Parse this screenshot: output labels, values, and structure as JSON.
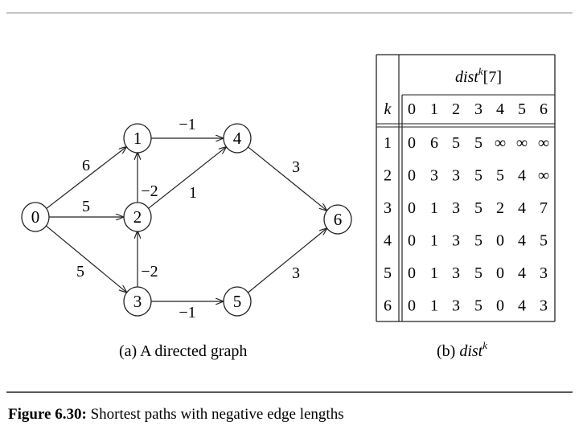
{
  "graph": {
    "nodes": [
      "0",
      "1",
      "2",
      "3",
      "4",
      "5",
      "6"
    ],
    "edges": [
      {
        "from": "0",
        "to": "1",
        "label": "6"
      },
      {
        "from": "0",
        "to": "2",
        "label": "5"
      },
      {
        "from": "0",
        "to": "3",
        "label": "5"
      },
      {
        "from": "1",
        "to": "4",
        "label": "−1"
      },
      {
        "from": "2",
        "to": "1",
        "label": "−2"
      },
      {
        "from": "2",
        "to": "4",
        "label": "1"
      },
      {
        "from": "3",
        "to": "2",
        "label": "−2"
      },
      {
        "from": "3",
        "to": "5",
        "label": "−1"
      },
      {
        "from": "4",
        "to": "6",
        "label": "3"
      },
      {
        "from": "5",
        "to": "6",
        "label": "3"
      }
    ],
    "caption": "(a) A directed graph"
  },
  "table": {
    "title_main": "dist",
    "title_sup": "k",
    "title_suffix": "[7]",
    "k_header": "k",
    "columns": [
      "0",
      "1",
      "2",
      "3",
      "4",
      "5",
      "6"
    ],
    "rows": [
      {
        "k": "1",
        "values": [
          "0",
          "6",
          "5",
          "5",
          "∞",
          "∞",
          "∞"
        ]
      },
      {
        "k": "2",
        "values": [
          "0",
          "3",
          "3",
          "5",
          "5",
          "4",
          "∞"
        ]
      },
      {
        "k": "3",
        "values": [
          "0",
          "1",
          "3",
          "5",
          "2",
          "4",
          "7"
        ]
      },
      {
        "k": "4",
        "values": [
          "0",
          "1",
          "3",
          "5",
          "0",
          "4",
          "5"
        ]
      },
      {
        "k": "5",
        "values": [
          "0",
          "1",
          "3",
          "5",
          "0",
          "4",
          "3"
        ]
      },
      {
        "k": "6",
        "values": [
          "0",
          "1",
          "3",
          "5",
          "0",
          "4",
          "3"
        ]
      }
    ],
    "caption_prefix": "(b) ",
    "caption_main": "dist",
    "caption_sup": "k"
  },
  "figure_caption": {
    "label": "Figure 6.30:",
    "text": " Shortest paths with negative edge lengths"
  }
}
